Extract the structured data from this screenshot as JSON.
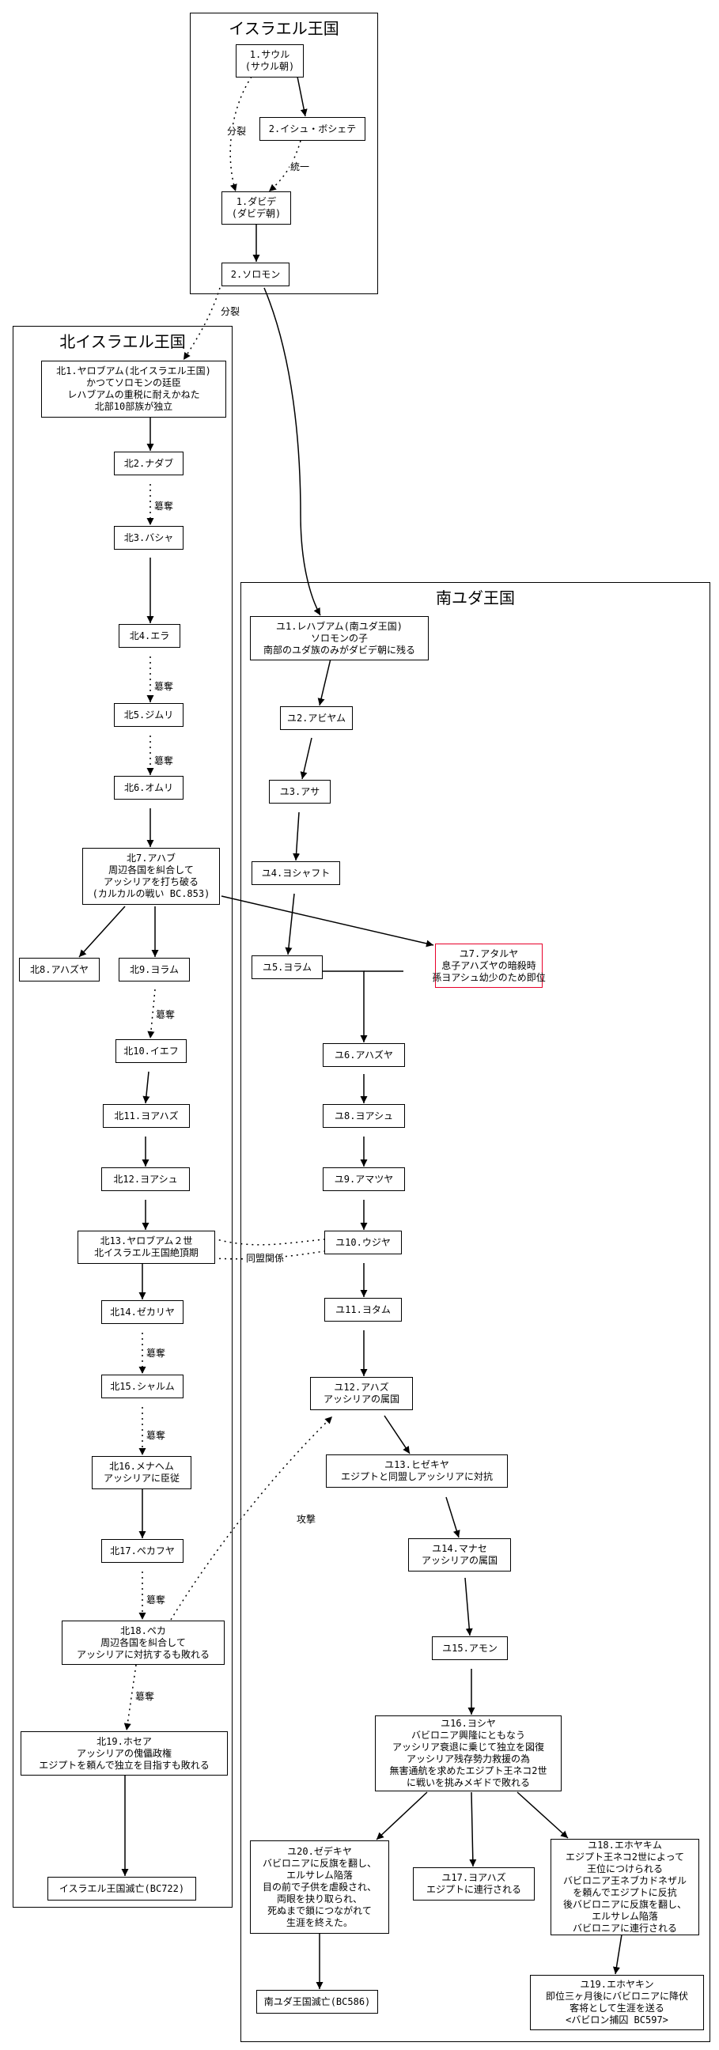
{
  "clusters": {
    "israel": "イスラエル王国",
    "north": "北イスラエル王国",
    "south": "南ユダ王国"
  },
  "nodes": {
    "saul": [
      "1.サウル",
      "(サウル朝)"
    ],
    "ishbosheth": [
      "2.イシュ・ボシェテ"
    ],
    "david": [
      "1.ダビデ",
      "(ダビデ朝)"
    ],
    "solomon": [
      "2.ソロモン"
    ],
    "n1": [
      "北1.ヤロブアム(北イスラエル王国)",
      "かつてソロモンの廷臣",
      "レハブアムの重税に耐えかねた",
      "北部10部族が独立"
    ],
    "n2": [
      "北2.ナダブ"
    ],
    "n3": [
      "北3.バシャ"
    ],
    "n4": [
      "北4.エラ"
    ],
    "n5": [
      "北5.ジムリ"
    ],
    "n6": [
      "北6.オムリ"
    ],
    "n7": [
      "北7.アハブ",
      "周辺各国を糾合して",
      "アッシリアを打ち破る",
      "(カルカルの戦い BC.853)"
    ],
    "n8": [
      "北8.アハズヤ"
    ],
    "n9": [
      "北9.ヨラム"
    ],
    "n10": [
      "北10.イエフ"
    ],
    "n11": [
      "北11.ヨアハズ"
    ],
    "n12": [
      "北12.ヨアシュ"
    ],
    "n13": [
      "北13.ヤロブアム２世",
      "北イスラエル王国絶頂期"
    ],
    "n14": [
      "北14.ゼカリヤ"
    ],
    "n15": [
      "北15.シャルム"
    ],
    "n16": [
      "北16.メナヘム",
      "アッシリアに臣従"
    ],
    "n17": [
      "北17.ペカフヤ"
    ],
    "n18": [
      "北18.ペカ",
      "周辺各国を糾合して",
      "アッシリアに対抗するも敗れる"
    ],
    "n19": [
      "北19.ホセア",
      "アッシリアの傀儡政権",
      "エジプトを頼んで独立を目指すも敗れる"
    ],
    "nend": [
      "イスラエル王国滅亡(BC722)"
    ],
    "s1": [
      "ユ1.レハブアム(南ユダ王国)",
      "ソロモンの子",
      "南部のユダ族のみがダビデ朝に残る"
    ],
    "s2": [
      "ユ2.アビヤム"
    ],
    "s3": [
      "ユ3.アサ"
    ],
    "s4": [
      "ユ4.ヨシャフト"
    ],
    "s5": [
      "ユ5.ヨラム"
    ],
    "s7": [
      "ユ7.アタルヤ",
      "息子アハズヤの暗殺時",
      "孫ヨアシュ幼少のため即位"
    ],
    "s6": [
      "ユ6.アハズヤ"
    ],
    "s8": [
      "ユ8.ヨアシュ"
    ],
    "s9": [
      "ユ9.アマツヤ"
    ],
    "s10": [
      "ユ10.ウジヤ"
    ],
    "s11": [
      "ユ11.ヨタム"
    ],
    "s12": [
      "ユ12.アハズ",
      "アッシリアの属国"
    ],
    "s13": [
      "ユ13.ヒゼキヤ",
      "エジプトと同盟しアッシリアに対抗"
    ],
    "s14": [
      "ユ14.マナセ",
      "アッシリアの属国"
    ],
    "s15": [
      "ユ15.アモン"
    ],
    "s16": [
      "ユ16.ヨシヤ",
      "バビロニア興隆にともなう",
      "アッシリア衰退に乗じて独立を図復",
      "アッシリア残存勢力救援の為",
      "無害通航を求めたエジプト王ネコ2世",
      "に戦いを挑みメギドで敗れる"
    ],
    "s20": [
      "ユ20.ゼデキヤ",
      "バビロニアに反旗を翻し、",
      "エルサレム陥落",
      "目の前で子供を虐殺され、",
      "両眼を抉り取られ、",
      "死ぬまで鎖につながれて",
      "生涯を終えた。"
    ],
    "s17": [
      "ユ17.ヨアハズ",
      "エジプトに連行される"
    ],
    "s18": [
      "ユ18.エホヤキム",
      "エジプト王ネコ2世によって",
      "王位につけられる",
      "バビロニア王ネブカドネザル",
      "を頼んでエジプトに反抗",
      "後バビロニアに反旗を翻し、",
      "エルサレム陥落",
      "バビロニアに連行される"
    ],
    "send": [
      "南ユダ王国滅亡(BC586)"
    ],
    "s19": [
      "ユ19.エホヤキン",
      "即位三ヶ月後にバビロニアに降伏",
      "客将として生涯を送る",
      "<バビロン捕囚 BC597>"
    ]
  },
  "edge_labels": {
    "split1": "分裂",
    "unify": "統一",
    "split2": "分裂",
    "usurp1": "簒奪",
    "usurp2": "簒奪",
    "usurp3": "簒奪",
    "usurp4": "簒奪",
    "usurp5": "簒奪",
    "usurp6": "簒奪",
    "usurp7": "簒奪",
    "usurp8": "簒奪",
    "alliance": "同盟関係",
    "attack": "攻撃"
  },
  "colors": {
    "line": "#000000",
    "highlight_border": "#e8002a"
  }
}
